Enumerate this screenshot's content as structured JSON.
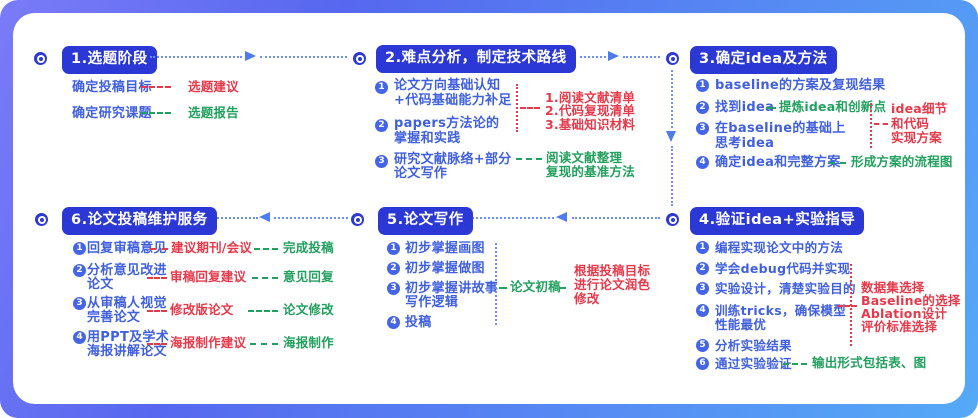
{
  "colors": {
    "frame_gradient_start": "#7A7BF8",
    "frame_gradient_mid": "#5668EF",
    "frame_gradient_end": "#55AAF7",
    "panel_bg": "#FFFFFF",
    "badge_bg": "#2B38D5",
    "item_text_blue": "#4060E0",
    "bullet_bg": "#4565E8",
    "connector_blue": "#6B8FF2",
    "arrow_blue": "#4F7BF0",
    "note_red": "#E8394A",
    "note_green": "#22A05E"
  },
  "stages": [
    {
      "badge": "1.选题阶段",
      "rows": [
        {
          "label": "确定投稿目标",
          "note": "选题建议",
          "note_color": "red"
        },
        {
          "label": "确定研究课题",
          "note": "选题报告",
          "note_color": "green"
        }
      ]
    },
    {
      "badge": "2.难点分析，制定技术路线",
      "items": [
        {
          "num": "1",
          "lines": [
            "论文方向基础认知",
            "+代码基础能力补足"
          ]
        },
        {
          "num": "2",
          "lines": [
            "papers方法论的",
            "掌握和实践"
          ]
        },
        {
          "num": "3",
          "lines": [
            "研究文献脉络+部分",
            "论文写作"
          ]
        }
      ],
      "red_notes": [
        "1.阅读文献清单",
        "2.代码复现清单",
        "3.基础知识材料"
      ],
      "green_notes": [
        "阅读文献整理",
        "复现的基准方法"
      ]
    },
    {
      "badge": "3.确定idea及方法",
      "items": [
        {
          "num": "1",
          "lines": [
            "baseline的方案及复现结果"
          ]
        },
        {
          "num": "2",
          "lines": [
            "找到idea"
          ],
          "green_note": "提炼idea和创新点"
        },
        {
          "num": "3",
          "lines": [
            "在baseline的基础上",
            "思考idea"
          ]
        },
        {
          "num": "4",
          "lines": [
            "确定idea和完整方案"
          ],
          "green_note": "形成方案的流程图"
        }
      ],
      "red_notes": [
        "idea细节",
        "和代码",
        "实现方案"
      ]
    },
    {
      "badge": "4.验证idea+实验指导",
      "items": [
        {
          "num": "1",
          "lines": [
            "编程实现论文中的方法"
          ]
        },
        {
          "num": "2",
          "lines": [
            "学会debug代码并实现"
          ]
        },
        {
          "num": "3",
          "lines": [
            "实验设计，清楚实验目的"
          ]
        },
        {
          "num": "4",
          "lines": [
            "训练tricks，确保模型",
            "性能最优"
          ]
        },
        {
          "num": "5",
          "lines": [
            "分析实验结果"
          ]
        },
        {
          "num": "6",
          "lines": [
            "通过实验验证"
          ],
          "green_note": "输出形式包括表、图"
        }
      ],
      "red_notes": [
        "数据集选择",
        "Baseline的选择",
        "Ablation设计",
        "评价标准选择"
      ]
    },
    {
      "badge": "5.论文写作",
      "items": [
        {
          "num": "1",
          "lines": [
            "初步掌握画图"
          ]
        },
        {
          "num": "2",
          "lines": [
            "初步掌握做图"
          ]
        },
        {
          "num": "3",
          "lines": [
            "初步掌握讲故事",
            "写作逻辑"
          ]
        },
        {
          "num": "4",
          "lines": [
            "投稿"
          ]
        }
      ],
      "green_label": "论文初稿",
      "red_notes": [
        "根据投稿目标",
        "进行论文润色",
        "修改"
      ]
    },
    {
      "badge": "6.论文投稿维护服务",
      "items": [
        {
          "num": "1",
          "lines": [
            "回复审稿意见"
          ],
          "red_note": "建议期刊/会议",
          "green_note": "完成投稿"
        },
        {
          "num": "2",
          "lines": [
            "分析意见改进",
            "论文"
          ],
          "red_note": "审稿回复建议",
          "green_note": "意见回复"
        },
        {
          "num": "3",
          "lines": [
            "从审稿人视觉",
            "完善论文"
          ],
          "red_note": "修改版论文",
          "green_note": "论文修改"
        },
        {
          "num": "4",
          "lines": [
            "用PPT及学术",
            "海报讲解论文"
          ],
          "red_note": "海报制作建议",
          "green_note": "海报制作"
        }
      ]
    }
  ]
}
